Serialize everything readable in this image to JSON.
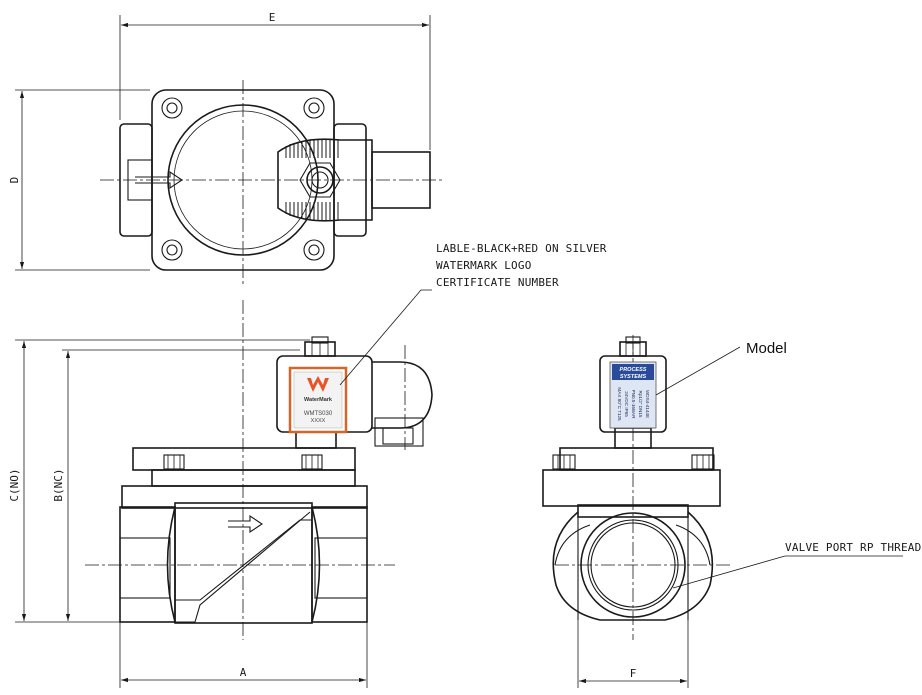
{
  "dimensions": {
    "e": "E",
    "d": "D",
    "c": "C(NO)",
    "b": "B(NC)",
    "a": "A",
    "f": "F"
  },
  "annotations": {
    "label_note_lines": [
      "LABLE-BLACK+RED ON SILVER",
      "WATERMARK LOGO",
      "CERTIFICATE NUMBER"
    ],
    "model": "Model",
    "valve_port": "VALVE PORT RP THREAD"
  },
  "watermark_label": {
    "brand": "WaterMark",
    "certificate": "WMTS030",
    "number": "XXXX",
    "logo_color": "#e8542a",
    "border_color": "#d4662a"
  },
  "process_label": {
    "brand_line1": "PROCESS",
    "brand_line2": "SYSTEMS",
    "lines": [
      "WDS4-4144E",
      "Rp1/2\" DN15",
      "PN0.5-16BAR",
      "24VDC IP65",
      "MAX 80°C T125"
    ],
    "header_color": "#2a4a9a",
    "panel_color": "#dfe6f3"
  }
}
